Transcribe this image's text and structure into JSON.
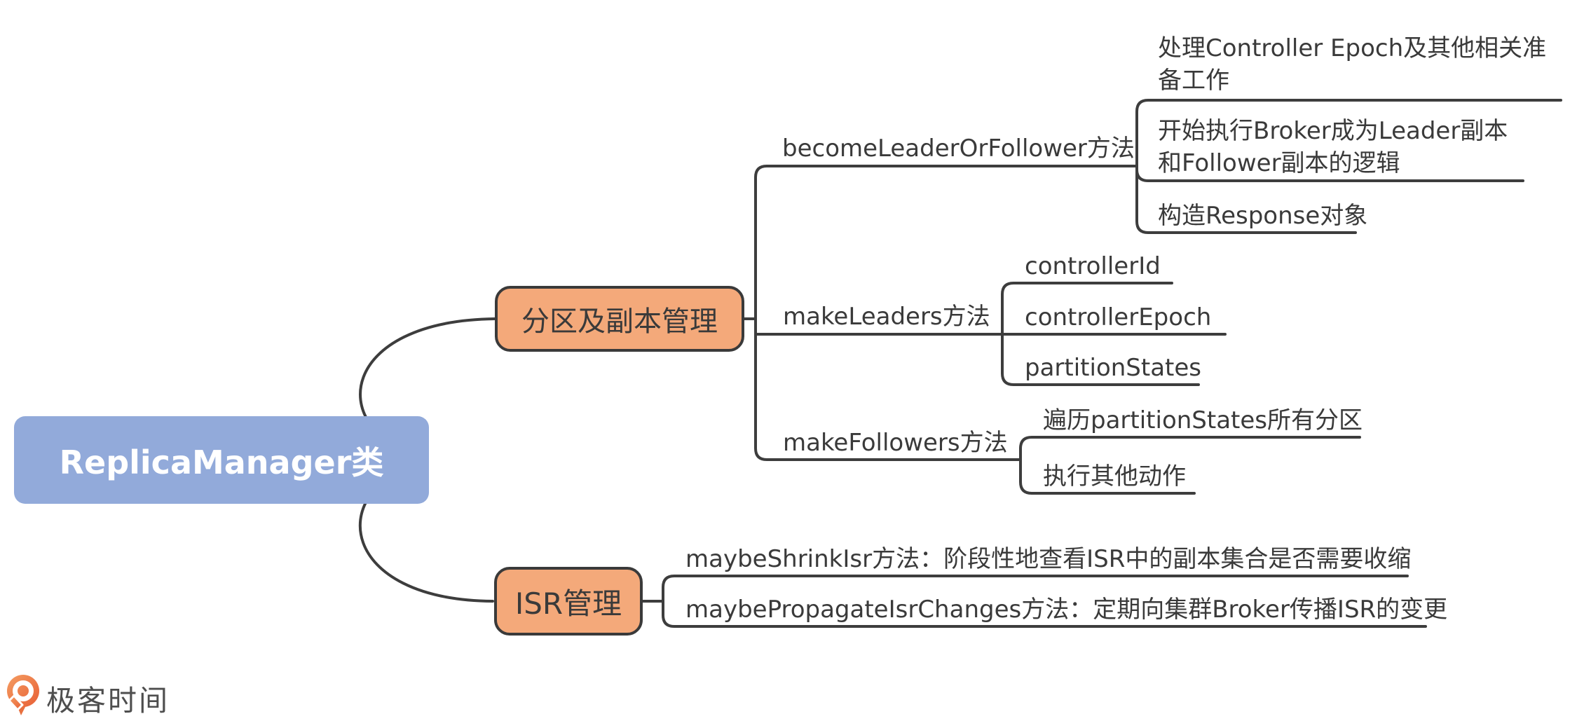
{
  "root": {
    "label": "ReplicaManager类"
  },
  "branches": [
    {
      "label": "分区及副本管理",
      "children": [
        {
          "label": "becomeLeaderOrFollower方法",
          "children": [
            {
              "label": "处理Controller Epoch及其他相关准备工作"
            },
            {
              "label": "开始执行Broker成为Leader副本和Follower副本的逻辑"
            },
            {
              "label": "构造Response对象"
            }
          ]
        },
        {
          "label": "makeLeaders方法",
          "children": [
            {
              "label": "controllerId"
            },
            {
              "label": "controllerEpoch"
            },
            {
              "label": "partitionStates"
            }
          ]
        },
        {
          "label": "makeFollowers方法",
          "children": [
            {
              "label": "遍历partitionStates所有分区"
            },
            {
              "label": "执行其他动作"
            }
          ]
        }
      ]
    },
    {
      "label": "ISR管理",
      "children": [
        {
          "label": "maybeShrinkIsr方法：阶段性地查看ISR中的副本集合是否需要收缩"
        },
        {
          "label": "maybePropagateIsrChanges方法：定期向集群Broker传播ISR的变更"
        }
      ]
    }
  ],
  "logo": {
    "brand": "极客时间"
  },
  "colors": {
    "root_fill": "#92AADA",
    "branch_fill": "#F4A97A",
    "branch_border": "#3A3A3A",
    "line": "#3D3D3D",
    "text": "#3A3A3A",
    "logo_orange": "#E8703F"
  }
}
